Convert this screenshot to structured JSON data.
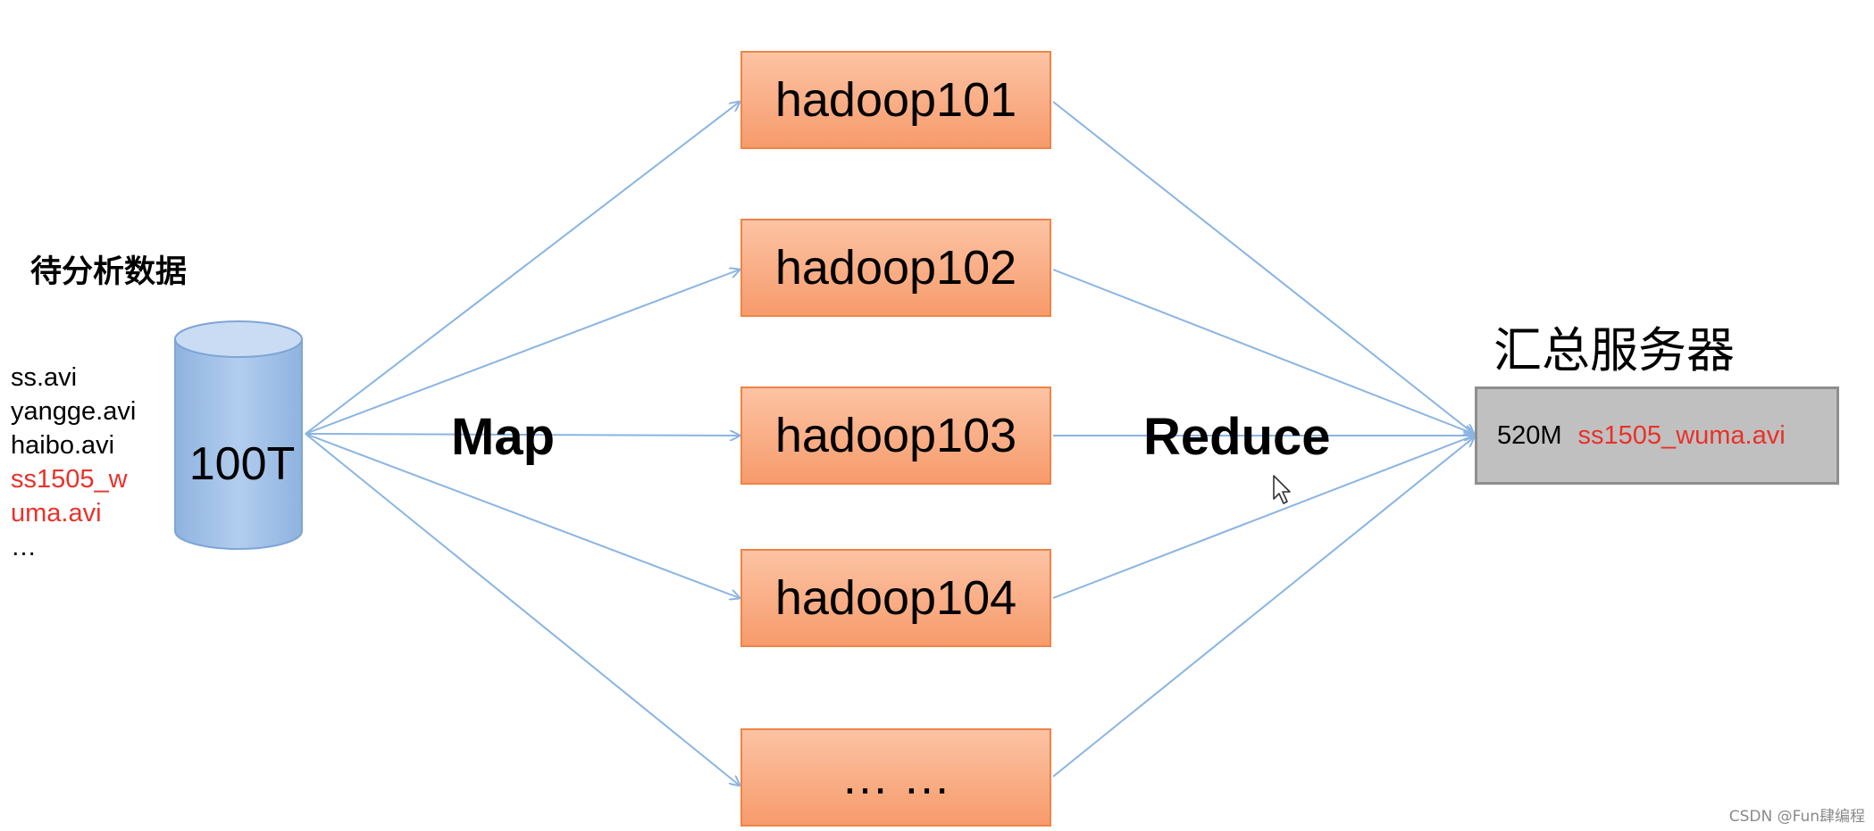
{
  "source": {
    "title": "待分析数据",
    "files": [
      {
        "text": "ss.avi",
        "highlight": false
      },
      {
        "text": "yangge.avi",
        "highlight": false
      },
      {
        "text": "haibo.avi",
        "highlight": false
      },
      {
        "text": "ss1505_w",
        "highlight": true
      },
      {
        "text": "uma.avi",
        "highlight": true
      },
      {
        "text": "…",
        "highlight": false
      }
    ],
    "database_label": "100T"
  },
  "stages": {
    "map": "Map",
    "reduce": "Reduce"
  },
  "nodes": [
    "hadoop101",
    "hadoop102",
    "hadoop103",
    "hadoop104",
    "… …"
  ],
  "server": {
    "title": "汇总服务器",
    "size": "520M",
    "file": "ss1505_wuma.avi"
  },
  "watermark": "CSDN @Fun肆编程",
  "colors": {
    "node_fill_top": "#fcc3a3",
    "node_fill_bottom": "#f79b6c",
    "node_border": "#ee8447",
    "cylinder_fill": "#9dbfe6",
    "arrow": "#8ab4e3",
    "highlight_text": "#e8322a",
    "server_fill": "#c0c0c0"
  }
}
